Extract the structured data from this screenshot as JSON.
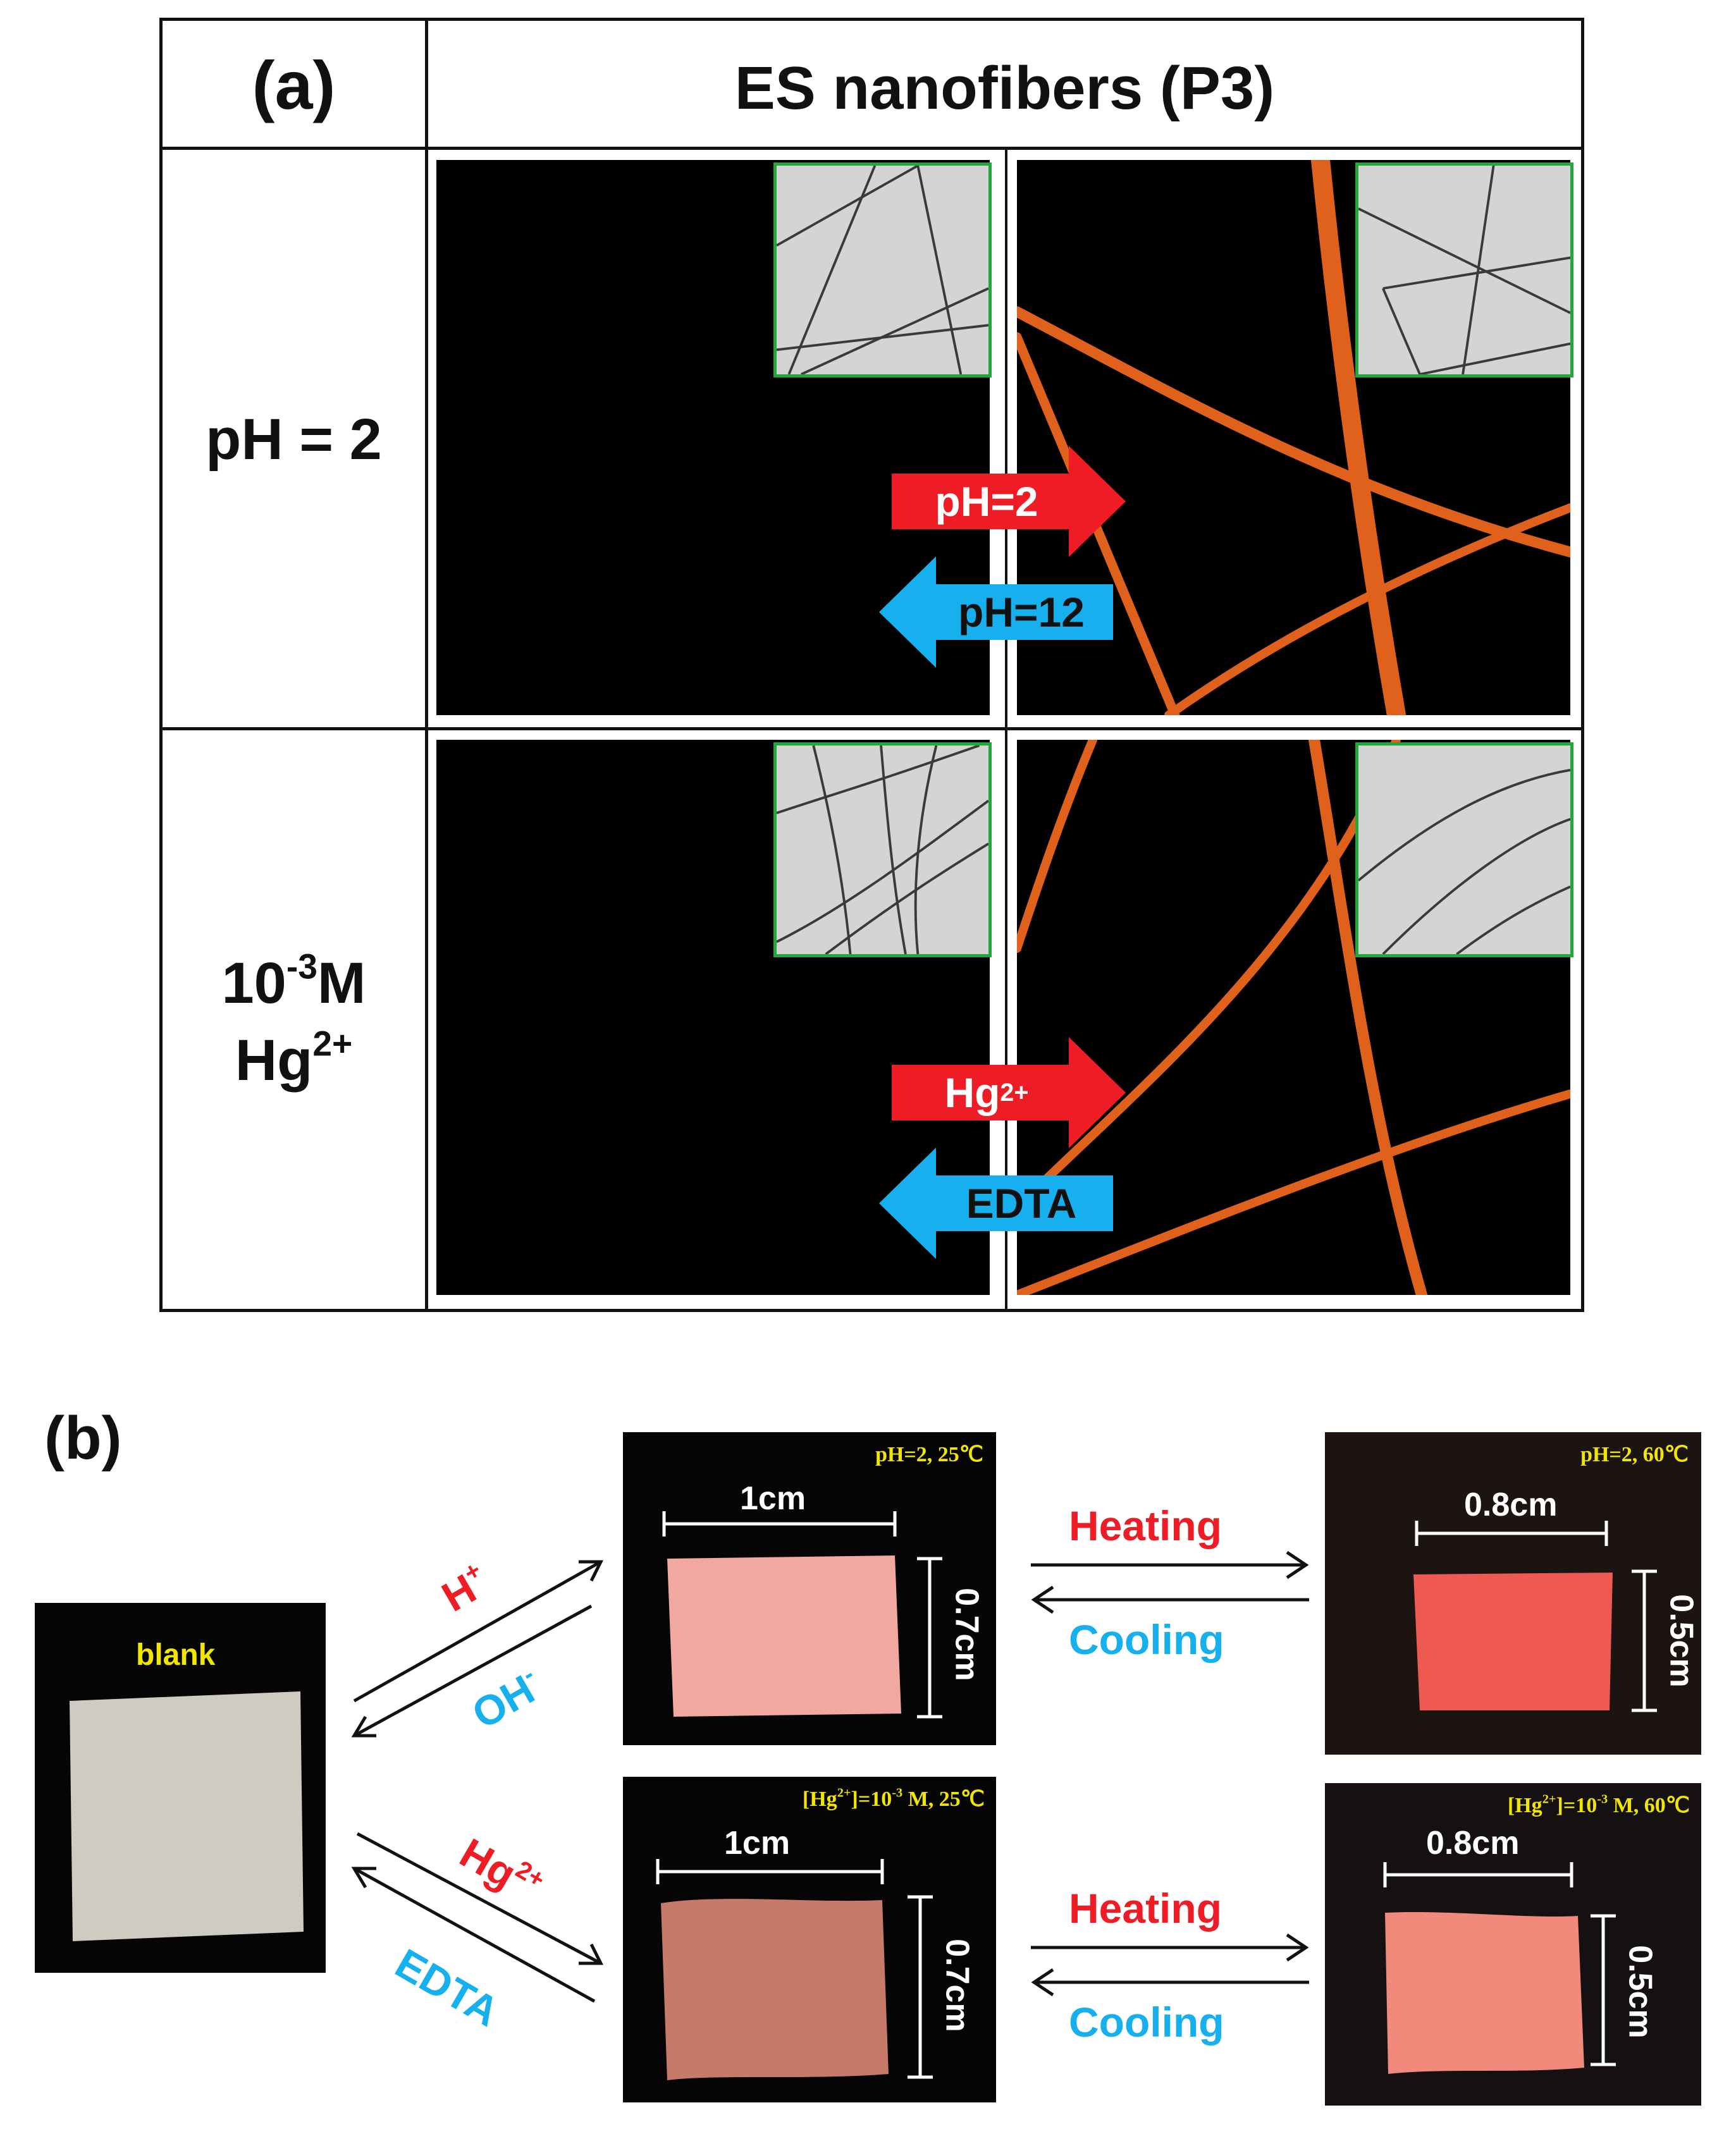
{
  "panel_a": {
    "label": "(a)",
    "title": "ES nanofibers (P3)",
    "rows": [
      {
        "condition": "pH = 2",
        "arrow_forward": "pH=2",
        "arrow_back": "pH=12"
      },
      {
        "condition_line1_base": "10",
        "condition_line1_sup": "-3",
        "condition_line1_unit": "M",
        "condition_line2_base": "Hg",
        "condition_line2_sup": "2+",
        "arrow_forward_base": "Hg",
        "arrow_forward_sup": "2+",
        "arrow_back": "EDTA"
      }
    ],
    "colors": {
      "forward_arrow": "#ee1c25",
      "back_arrow": "#17b0ee",
      "fiber": "#e0611b",
      "inset_border": "#22a83a"
    }
  },
  "panel_b": {
    "label": "(b)",
    "blank_label": "blank",
    "acid_forward": "H",
    "acid_forward_sup": "+",
    "acid_back": "OH",
    "acid_back_sup": "-",
    "hg_forward": "Hg",
    "hg_forward_sup": "2+",
    "hg_back": "EDTA",
    "heating": "Heating",
    "cooling": "Cooling",
    "photos": {
      "acid_25": {
        "condition": "pH=2, 25℃",
        "width": "1cm",
        "height": "0.7cm"
      },
      "acid_60": {
        "condition": "pH=2, 60℃",
        "width": "0.8cm",
        "height": "0.5cm"
      },
      "hg_25": {
        "condition_pre": "[Hg",
        "condition_sup": "2+",
        "condition_mid": "]=10",
        "condition_sup2": "-3",
        "condition_post": " M, 25℃",
        "width": "1cm",
        "height": "0.7cm"
      },
      "hg_60": {
        "condition_pre": "[Hg",
        "condition_sup": "2+",
        "condition_mid": "]=10",
        "condition_sup2": "-3",
        "condition_post": " M, 60℃",
        "width": "0.8cm",
        "height": "0.5cm"
      }
    },
    "colors": {
      "red_text": "#ee1c25",
      "cyan_text": "#17b0ee",
      "condition_text": "#f2e600"
    }
  }
}
